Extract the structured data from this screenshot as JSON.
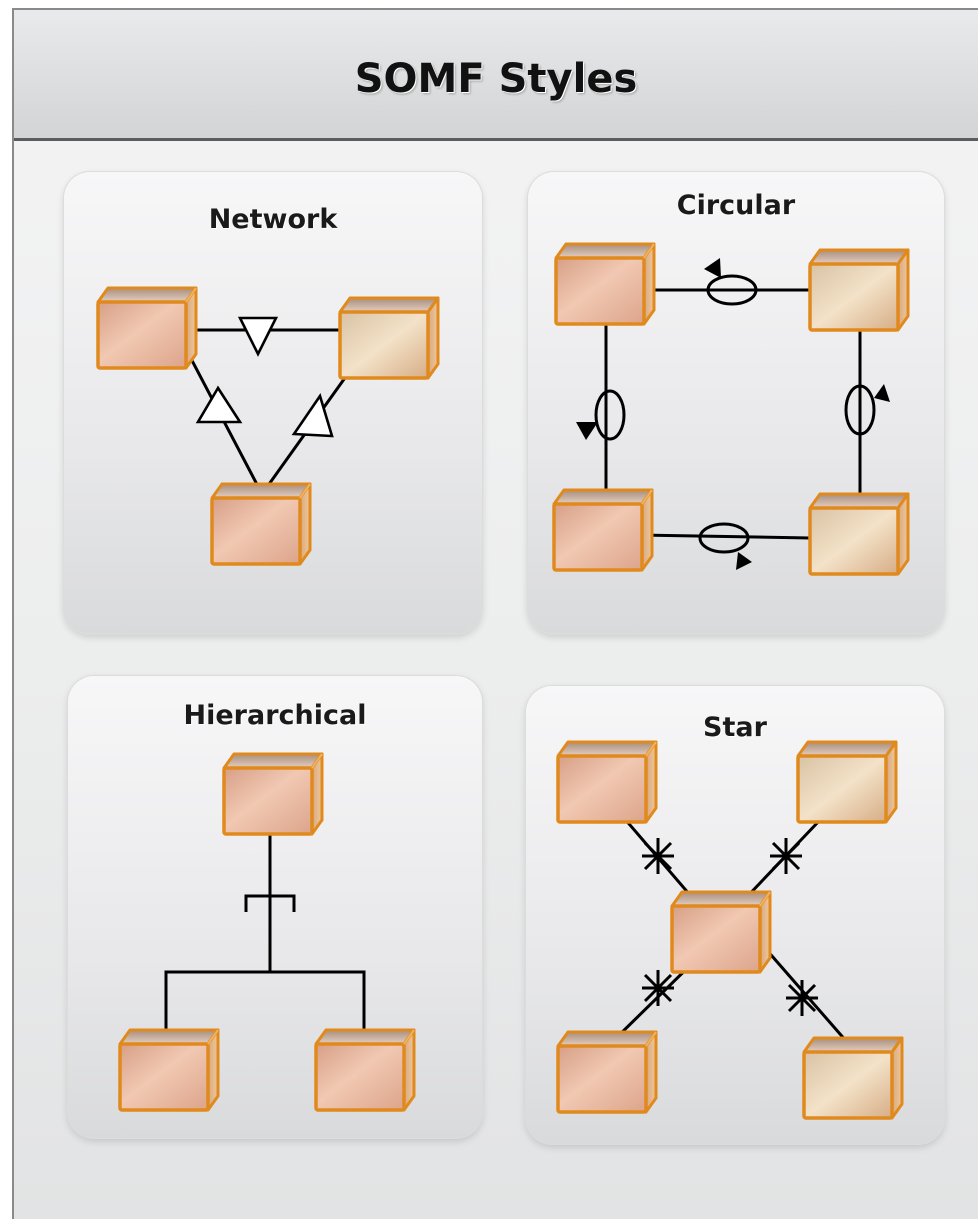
{
  "header": {
    "title": "SOMF Styles"
  },
  "panels": {
    "network": {
      "title": "Network"
    },
    "circular": {
      "title": "Circular"
    },
    "hierarchical": {
      "title": "Hierarchical"
    },
    "star": {
      "title": "Star"
    }
  },
  "colors": {
    "cube_front": "#e9b49a",
    "cube_border": "#e08a1e",
    "cube_top": "#cfa98f",
    "cube_side": "#d9a57f",
    "line": "#000000"
  }
}
